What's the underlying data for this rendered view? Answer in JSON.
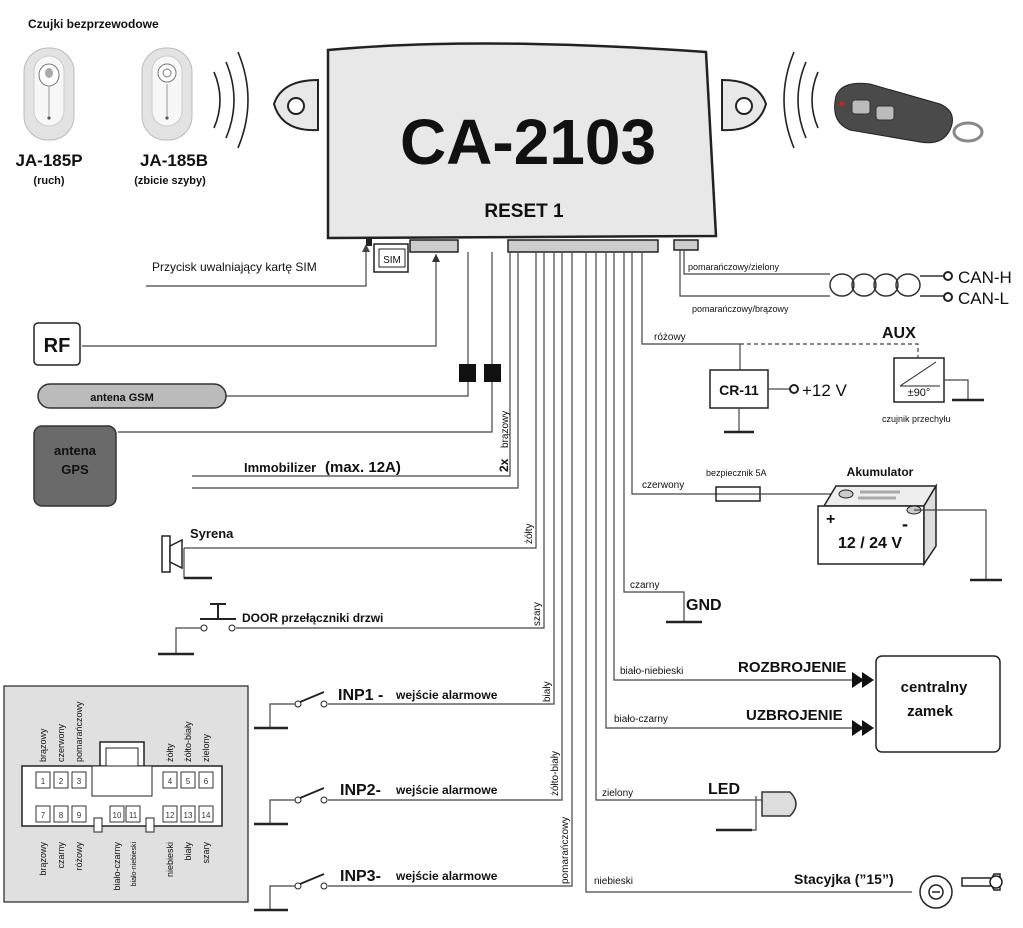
{
  "colors": {
    "wire": "#333333",
    "module_fill": "#e8e8e8",
    "gps_fill": "#6a6a6a",
    "background": "#ffffff"
  },
  "header": {
    "sensors_title": "Czujki bezprzewodowe"
  },
  "sensors": [
    {
      "model": "JA-185P",
      "desc": "(ruch)",
      "icon": "pir-sensor-icon"
    },
    {
      "model": "JA-185B",
      "desc": "(zbicie szyby)",
      "icon": "glass-break-sensor-icon"
    }
  ],
  "module": {
    "model": "CA-2103",
    "reset_label": "RESET 1",
    "sim_label": "SIM"
  },
  "labels": {
    "sim_button": "Przycisk uwalniający kartę SIM",
    "rf": "RF",
    "gsm_antenna": "antena GSM",
    "gps_antenna_1": "antena",
    "gps_antenna_2": "GPS",
    "immobilizer": "Immobilizer",
    "immobilizer_max": "(max. 12A)",
    "brown_2x": "2x",
    "brown": "brązowy",
    "siren": "Syrena",
    "siren_wire": "żółty",
    "door": "DOOR przełączniki drzwi",
    "door_wire": "szary",
    "inp1": "INP1 -",
    "inp1_desc": "wejście alarmowe",
    "inp1_wire": "biały",
    "inp2": "INP2-",
    "inp2_desc": "wejście alarmowe",
    "inp2_wire": "żółto-biały",
    "inp3": "INP3-",
    "inp3_desc": "wejście alarmowe",
    "inp3_wire": "pomarańczowy",
    "can_wire_1": "pomarańczowy/zielony",
    "can_wire_2": "pomarańczowy/brązowy",
    "can_h": "CAN-H",
    "can_l": "CAN-L",
    "aux": "AUX",
    "pink": "różowy",
    "cr11": "CR-11",
    "plus12": "+12 V",
    "tilt_value": "±90°",
    "tilt": "czujnik przechyłu",
    "fuse": "bezpiecznik 5A",
    "battery": "Akumulator",
    "battery_voltage": "12 / 24 V",
    "plus": "+",
    "minus": "-",
    "red": "czerwony",
    "black": "czarny",
    "gnd": "GND",
    "unlock_wire": "biało-niebieski",
    "unlock": "ROZBROJENIE",
    "lock_wire": "biało-czarny",
    "lock": "UZBROJENIE",
    "central_lock_1": "centralny",
    "central_lock_2": "zamek",
    "green": "zielony",
    "led": "LED",
    "blue": "niebieski",
    "ignition": "Stacyjka (”15”)"
  },
  "connector": {
    "top_labels": [
      "brązowy",
      "czerwony",
      "pomarańczowy",
      "żółty",
      "żółto-biały",
      "zielony"
    ],
    "top_pins": [
      "1",
      "2",
      "3",
      "4",
      "5",
      "6"
    ],
    "bottom_pins": [
      "7",
      "8",
      "9",
      "10",
      "11",
      "12",
      "13",
      "14"
    ],
    "bottom_labels": [
      "brązowy",
      "czarny",
      "różowy",
      "biało-czarny",
      "biało-niebieski",
      "niebieski",
      "biały",
      "szary"
    ]
  }
}
